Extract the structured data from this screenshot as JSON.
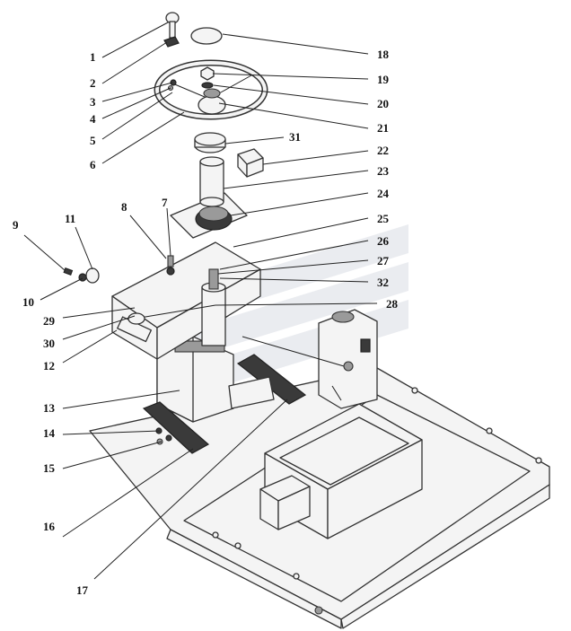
{
  "labels": [
    {
      "id": "1",
      "text": "1"
    },
    {
      "id": "2",
      "text": "2"
    },
    {
      "id": "3",
      "text": "3"
    },
    {
      "id": "4",
      "text": "4"
    },
    {
      "id": "5",
      "text": "5"
    },
    {
      "id": "6",
      "text": "6"
    },
    {
      "id": "7",
      "text": "7"
    },
    {
      "id": "8",
      "text": "8"
    },
    {
      "id": "9",
      "text": "9"
    },
    {
      "id": "10",
      "text": "10"
    },
    {
      "id": "11",
      "text": "11"
    },
    {
      "id": "12",
      "text": "12"
    },
    {
      "id": "13",
      "text": "13"
    },
    {
      "id": "14",
      "text": "14"
    },
    {
      "id": "15",
      "text": "15"
    },
    {
      "id": "16",
      "text": "16"
    },
    {
      "id": "17",
      "text": "17"
    },
    {
      "id": "18",
      "text": "18"
    },
    {
      "id": "19",
      "text": "19"
    },
    {
      "id": "20",
      "text": "20"
    },
    {
      "id": "21",
      "text": "21"
    },
    {
      "id": "22",
      "text": "22"
    },
    {
      "id": "23",
      "text": "23"
    },
    {
      "id": "24",
      "text": "24"
    },
    {
      "id": "25",
      "text": "25"
    },
    {
      "id": "26",
      "text": "26"
    },
    {
      "id": "27",
      "text": "27"
    },
    {
      "id": "28",
      "text": "28"
    },
    {
      "id": "29",
      "text": "29"
    },
    {
      "id": "30",
      "text": "30"
    },
    {
      "id": "31",
      "text": "31"
    },
    {
      "id": "32",
      "text": "32"
    }
  ]
}
